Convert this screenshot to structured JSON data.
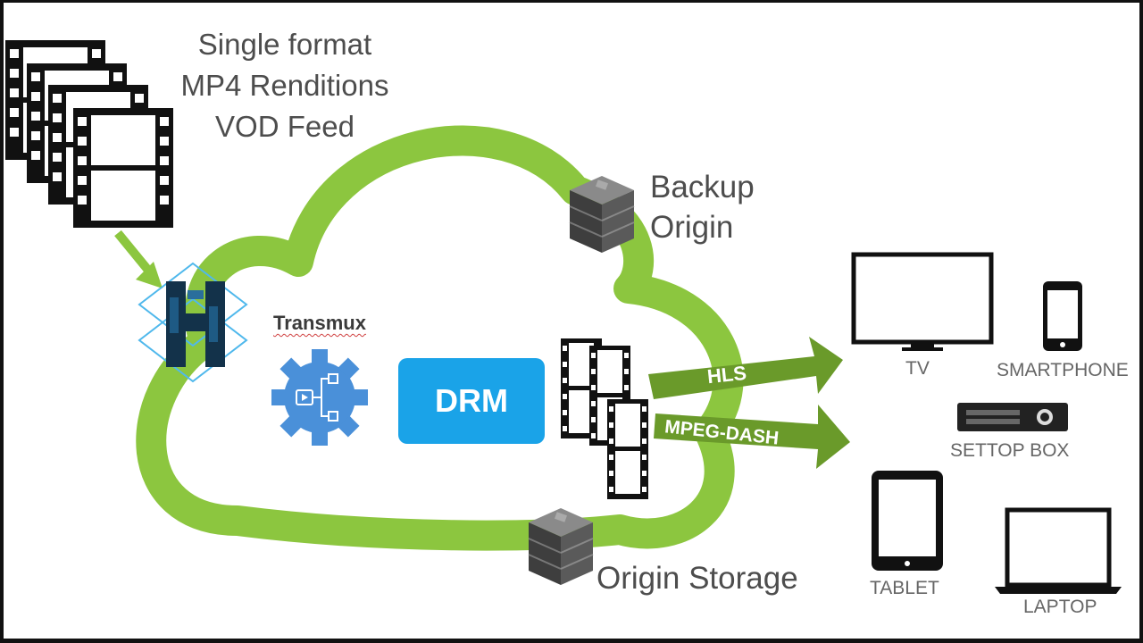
{
  "feed": {
    "line1": "Single format",
    "line2": "MP4 Renditions",
    "line3": "VOD Feed"
  },
  "backup_origin": {
    "line1": "Backup",
    "line2": "Origin"
  },
  "origin_storage": "Origin Storage",
  "transmux": "Transmux",
  "drm": "DRM",
  "outputs": {
    "hls": "HLS",
    "dash": "MPEG-DASH"
  },
  "devices": {
    "tv": "TV",
    "smartphone": "SMARTPHONE",
    "settop_box": "SETTOP BOX",
    "tablet": "TABLET",
    "laptop": "LAPTOP"
  },
  "colors": {
    "cloud_green": "#8cc63f",
    "arrow_green": "#6a9a2a",
    "drm_blue": "#1aa3e8",
    "transmux_blue": "#4a90d9",
    "server_gray": "#555555"
  },
  "icons": [
    "film-strip-icon",
    "cube-icon",
    "gear-icon",
    "server-icon",
    "tv-icon",
    "smartphone-icon",
    "settop-box-icon",
    "tablet-icon",
    "laptop-icon"
  ]
}
